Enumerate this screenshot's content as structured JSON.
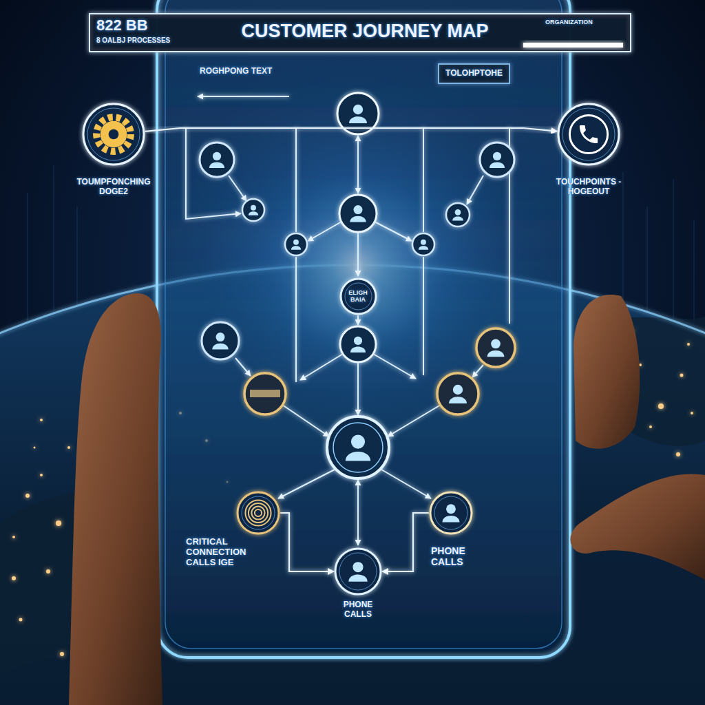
{
  "diagram": {
    "title": "CUSTOMER JOURNEY MAP",
    "nodes": [
      {
        "text": [
          "TOLOHPTOHE"
        ]
      },
      {
        "text": [
          "TOUMPFONCHING DOGE2"
        ]
      },
      {
        "text": [
          "TOUCHPOINTS - HOGEOUT"
        ]
      },
      {
        "text": [
          "ELIGH BAIA"
        ]
      },
      {
        "text": [
          "CRITICAL CONNECTION CALLS IGE"
        ]
      },
      {
        "text": [
          "PHONE CALLS"
        ]
      },
      {
        "text": [
          "PHONE CALLS"
        ]
      }
    ],
    "edges": [
      {
        "from": 1,
        "to": 2,
        "arrow": "to"
      },
      {
        "from": 4,
        "to": 6,
        "arrow": "to"
      },
      {
        "from": 5,
        "to": 6,
        "arrow": "to"
      }
    ],
    "labels": [
      "822 BB",
      "8 OALBJ PROCESSES",
      "ROGHPONG TEXT",
      "ORGANIZATION"
    ]
  }
}
